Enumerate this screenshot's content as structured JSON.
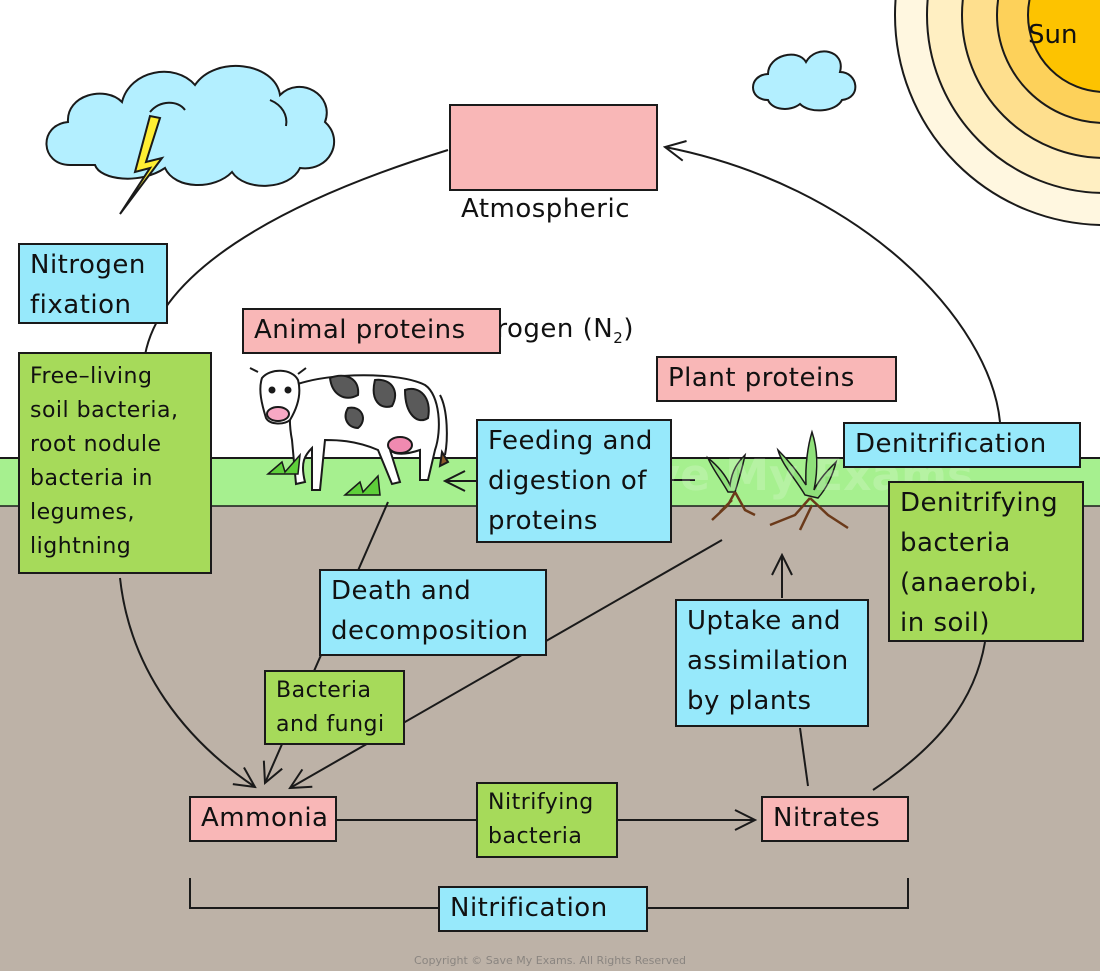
{
  "labels": {
    "sun": "Sun",
    "atmospheric_nitrogen_line1": "Atmospheric",
    "atmospheric_nitrogen_line2": "nitrogen (N",
    "atmospheric_nitrogen_sub": "2",
    "atmospheric_nitrogen_close": ")",
    "nitrogen_fixation": "Nitrogen\nfixation",
    "fixers": "Free–living\nsoil bacteria,\nroot nodule\nbacteria in\nlegumes,\nlightning",
    "animal_proteins": "Animal proteins",
    "plant_proteins": "Plant proteins",
    "feeding": "Feeding and\ndigestion of\nproteins",
    "denitrification": "Denitrification",
    "denitrifying_bacteria": "Denitrifying\nbacteria\n(anaerobi,\nin soil)",
    "death_decomposition": "Death and\ndecomposition",
    "bacteria_fungi": "Bacteria\nand fungi",
    "uptake": "Uptake and\nassimilation\nby plants",
    "ammonia": "Ammonia",
    "nitrifying_bacteria": "Nitrifying\nbacteria",
    "nitrates": "Nitrates",
    "nitrification": "Nitrification",
    "watermark": "Save My Exams",
    "copyright": "Copyright © Save My Exams. All Rights Reserved"
  },
  "colors": {
    "sky": "#ffffff",
    "grass": "#a6f08f",
    "soil": "#bdb2a7",
    "pink_box": "#f9b7b7",
    "blue_box": "#97e9fb",
    "green_box": "#a6da5a",
    "sun_core": "#fdc300",
    "sun_ring": "#fddf8c",
    "lightning": "#ffee33"
  }
}
